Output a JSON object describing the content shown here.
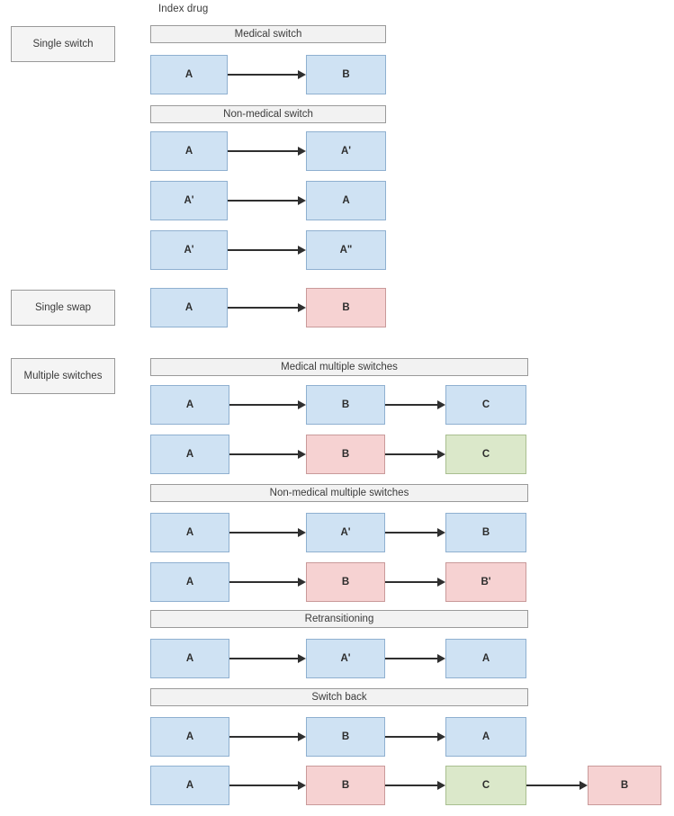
{
  "diagram": {
    "index_drug_label": "Index drug",
    "colors": {
      "blue_fill": "#cfe2f3",
      "blue_border": "#8fb0d0",
      "red_fill": "#f6d2d2",
      "red_border": "#c99a9a",
      "green_fill": "#dbe8ca",
      "green_border": "#a9bf90",
      "bar_fill": "#f2f2f2",
      "bar_border": "#9a9a9a",
      "arrow": "#2f2f2f"
    },
    "categories": [
      {
        "label": "Single switch"
      },
      {
        "label": "Single swap"
      },
      {
        "label": "Multiple switches"
      }
    ],
    "sections": [
      {
        "title": "Medical switch"
      },
      {
        "title": "Non-medical switch"
      },
      {
        "title": "Medical multiple switches"
      },
      {
        "title": "Non-medical multiple switches"
      },
      {
        "title": "Retransitioning"
      },
      {
        "title": "Switch back"
      }
    ],
    "rows": [
      {
        "section": "Medical switch",
        "nodes": [
          {
            "label": "A",
            "color": "blue"
          },
          {
            "label": "B",
            "color": "blue"
          }
        ]
      },
      {
        "section": "Non-medical switch",
        "nodes": [
          {
            "label": "A",
            "color": "blue"
          },
          {
            "label": "A'",
            "color": "blue"
          }
        ]
      },
      {
        "section": "Non-medical switch",
        "nodes": [
          {
            "label": "A'",
            "color": "blue"
          },
          {
            "label": "A",
            "color": "blue"
          }
        ]
      },
      {
        "section": "Non-medical switch",
        "nodes": [
          {
            "label": "A'",
            "color": "blue"
          },
          {
            "label": "A\"",
            "color": "blue"
          }
        ]
      },
      {
        "section": "Single swap",
        "nodes": [
          {
            "label": "A",
            "color": "blue"
          },
          {
            "label": "B",
            "color": "red"
          }
        ]
      },
      {
        "section": "Medical multiple switches",
        "nodes": [
          {
            "label": "A",
            "color": "blue"
          },
          {
            "label": "B",
            "color": "blue"
          },
          {
            "label": "C",
            "color": "blue"
          }
        ]
      },
      {
        "section": "Medical multiple switches",
        "nodes": [
          {
            "label": "A",
            "color": "blue"
          },
          {
            "label": "B",
            "color": "red"
          },
          {
            "label": "C",
            "color": "green"
          }
        ]
      },
      {
        "section": "Non-medical multiple switches",
        "nodes": [
          {
            "label": "A",
            "color": "blue"
          },
          {
            "label": "A'",
            "color": "blue"
          },
          {
            "label": "B",
            "color": "blue"
          }
        ]
      },
      {
        "section": "Non-medical multiple switches",
        "nodes": [
          {
            "label": "A",
            "color": "blue"
          },
          {
            "label": "B",
            "color": "red"
          },
          {
            "label": "B'",
            "color": "red"
          }
        ]
      },
      {
        "section": "Retransitioning",
        "nodes": [
          {
            "label": "A",
            "color": "blue"
          },
          {
            "label": "A'",
            "color": "blue"
          },
          {
            "label": "A",
            "color": "blue"
          }
        ]
      },
      {
        "section": "Switch back",
        "nodes": [
          {
            "label": "A",
            "color": "blue"
          },
          {
            "label": "B",
            "color": "blue"
          },
          {
            "label": "A",
            "color": "blue"
          }
        ]
      },
      {
        "section": "Switch back",
        "nodes": [
          {
            "label": "A",
            "color": "blue"
          },
          {
            "label": "B",
            "color": "red"
          },
          {
            "label": "C",
            "color": "green"
          },
          {
            "label": "B",
            "color": "red"
          }
        ]
      }
    ],
    "node_labels": {
      "r0": [
        "A",
        "B"
      ],
      "r1": [
        "A",
        "A'"
      ],
      "r2": [
        "A'",
        "A"
      ],
      "r3": [
        "A'",
        "A\""
      ],
      "r4": [
        "A",
        "B"
      ],
      "r5": [
        "A",
        "B",
        "C"
      ],
      "r6": [
        "A",
        "B",
        "C"
      ],
      "r7": [
        "A",
        "A'",
        "B"
      ],
      "r8": [
        "A",
        "B",
        "B'"
      ],
      "r9": [
        "A",
        "A'",
        "A"
      ],
      "r10": [
        "A",
        "B",
        "A"
      ],
      "r11": [
        "A",
        "B",
        "C",
        "B"
      ]
    }
  }
}
